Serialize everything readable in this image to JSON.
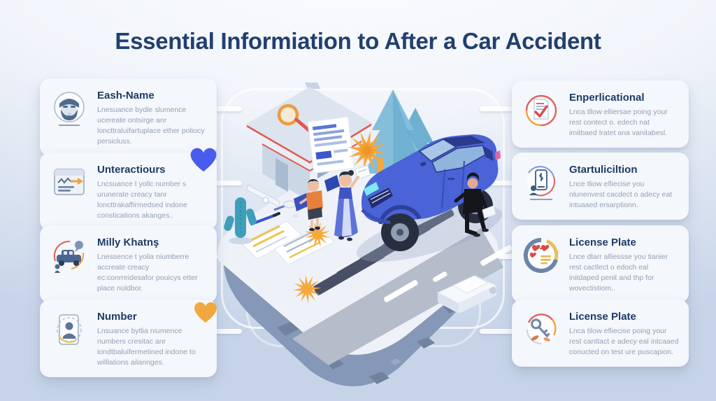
{
  "title": "Essential Informiation to After a Car Accident",
  "cards": {
    "left": [
      {
        "heading": "Eash-Name",
        "body": "Lnesuance bydle slumence ucereate ontsirge anr loncttraluifartuplace ether poliocy persicluss.",
        "icon": "person-portrait-icon"
      },
      {
        "heading": "Unteractiours",
        "body": "Lncsuance t yollc number s urunerate creacy tanr loncttrakaffirmedsed indone constications akanges..",
        "icon": "chart-window-icon"
      },
      {
        "heading": "Milly Khatnş",
        "body": "Lnessence t yolia niumberre accreate creacy ec:conrreidesafor pouicys etter place nuldbor.",
        "icon": "car-report-icon"
      },
      {
        "heading": "Number",
        "body": "Lnsuance bytlia niumence numbers cresitac anr iondtbaluifermetined indone to willlations ailannges.",
        "icon": "id-card-icon"
      }
    ],
    "right": [
      {
        "heading": "Enperlicational",
        "body": "Lnca tllow elliersae poing your rest contect o. edech nat imitbaed Iratet ana vanitabesl.",
        "icon": "document-check-icon"
      },
      {
        "heading": "Gtartuliciltion",
        "body": "Lnce tliow efliecise you nlunenvest cacdect o adecy eat intuaaed ersarptionn.",
        "icon": "phone-person-icon"
      },
      {
        "heading": "License Plate",
        "body": "Lnce dlarr alliessse you tianier rest cactlect o edoch eal initdaped penit and thp for wovectistiom..",
        "icon": "gauge-hearts-icon"
      },
      {
        "heading": "License Plate",
        "body": "Lnca tilow efliecise poing your rest canttact e adecy eal intcaaed conucted on test ure puscapion.",
        "icon": "key-circle-icon"
      }
    ]
  },
  "decorations": {
    "hearts": [
      {
        "name": "blue-heart-icon",
        "color": "#4a5ced"
      },
      {
        "name": "orange-heart-icon",
        "color": "#f2a83e"
      }
    ]
  },
  "illustration": {
    "scene_elements": [
      "floating-island",
      "road-with-crosswalk",
      "house-with-magnifier",
      "pine-trees",
      "blue-sedan-car",
      "woman-with-documents",
      "child-with-folder",
      "driver-in-black",
      "insurance-document",
      "scattered-papers",
      "impact-starbursts",
      "cactus-plant",
      "cargo-boxes"
    ]
  },
  "colors": {
    "background_top": "#fbfdff",
    "background_bottom": "#c7d4e8",
    "title": "#21406e",
    "card_bg": "#f4f7fb",
    "heading": "#1f3b66",
    "body_text": "#94a1b7",
    "accent_orange": "#f5a83c",
    "accent_blue": "#4a5ced",
    "car_blue": "#4a63d6",
    "island_rock": "#8698b7",
    "road_gray": "#b5bdca"
  }
}
